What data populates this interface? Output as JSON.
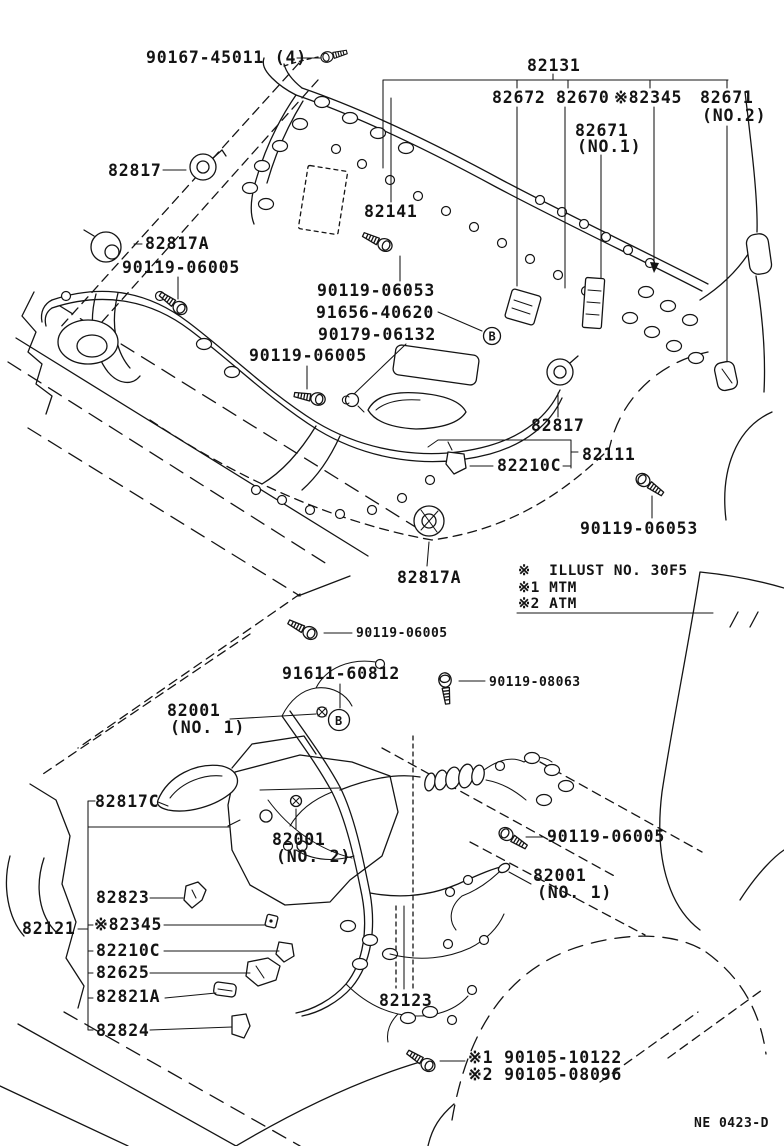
{
  "footer": {
    "code": "NE 0423-D"
  },
  "notes": {
    "illust": "※  ILLUST NO. 30F5",
    "mtm": "※1 MTM",
    "atm": "※2 ATM"
  },
  "fastener_notes": {
    "n1": "※1 90105-10122",
    "n2": "※2 90105-08096"
  },
  "connector_marks": {
    "upper": "B",
    "lower": "B"
  },
  "upper": {
    "labels": [
      "90167-45011 (4)",
      "82131",
      "82672",
      "82670",
      "※82345",
      "82671",
      "(NO.2)",
      "82671",
      "(NO.1)",
      "82817",
      "82141",
      "82817A",
      "90119-06005",
      "90119-06053",
      "91656-40620",
      "90179-06132",
      "90119-06005",
      "82817",
      "82111",
      "82210C",
      "90119-06053",
      "82817A"
    ]
  },
  "lower": {
    "labels": [
      "90119-06005",
      "91611-60812",
      "90119-08063",
      "82001",
      "(NO. 1)",
      "82817C",
      "82001",
      "(NO. 2)",
      "90119-06005",
      "82001",
      "(NO. 1)",
      "82823",
      "82121",
      "※82345",
      "82210C",
      "82625",
      "82821A",
      "82824",
      "82123"
    ]
  }
}
